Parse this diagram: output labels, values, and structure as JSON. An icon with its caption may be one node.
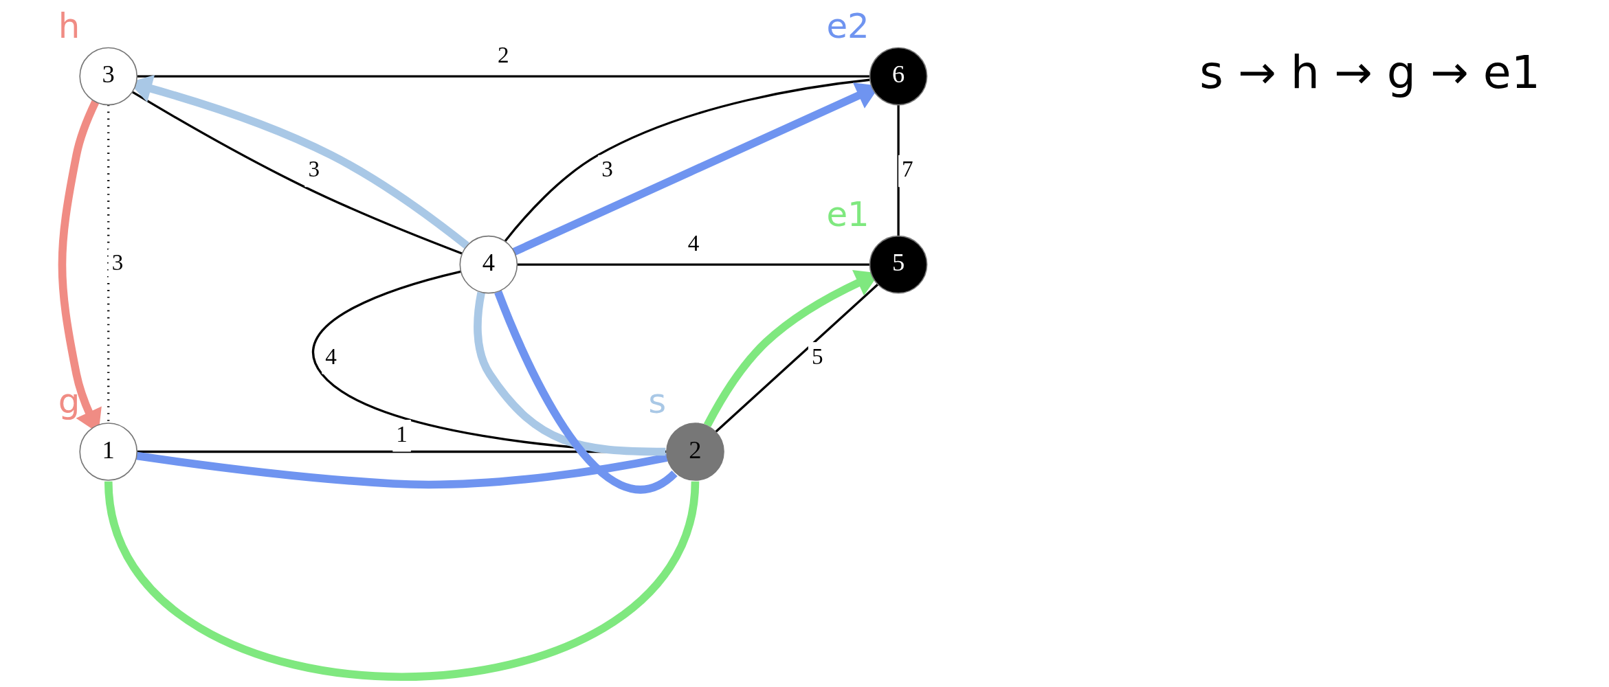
{
  "diagram": {
    "nodes": [
      {
        "text": [
          "3"
        ],
        "beside": [
          "h"
        ]
      },
      {
        "text": [
          "6"
        ],
        "beside": [
          "e2"
        ]
      },
      {
        "text": [
          "4"
        ]
      },
      {
        "text": [
          "5"
        ],
        "beside": [
          "e1"
        ]
      },
      {
        "text": [
          "1"
        ],
        "beside": [
          "g"
        ]
      },
      {
        "text": [
          "2"
        ],
        "beside": [
          "s"
        ]
      }
    ],
    "edges": [
      {
        "from": 0,
        "to": 1,
        "arrow": "none",
        "label": "2"
      },
      {
        "from": 0,
        "to": 2,
        "arrow": "none",
        "label": "3"
      },
      {
        "from": 2,
        "to": 1,
        "arrow": "none",
        "label": "3"
      },
      {
        "from": 1,
        "to": 3,
        "arrow": "none",
        "label": "7"
      },
      {
        "from": 2,
        "to": 3,
        "arrow": "none",
        "label": "4"
      },
      {
        "from": 2,
        "to": 5,
        "arrow": "none",
        "label": "4"
      },
      {
        "from": 3,
        "to": 5,
        "arrow": "none",
        "label": "5"
      },
      {
        "from": 0,
        "to": 4,
        "arrow": "none",
        "label": "3",
        "style": "dashed"
      },
      {
        "from": 4,
        "to": 5,
        "arrow": "none",
        "label": "1"
      },
      {
        "from": 5,
        "to": 2,
        "arrow": "none",
        "style": "thick",
        "color": "#a9c8e6"
      },
      {
        "from": 2,
        "to": 0,
        "arrow": "to",
        "style": "thick",
        "color": "#a9c8e6"
      },
      {
        "from": 0,
        "to": 4,
        "arrow": "to",
        "style": "thick",
        "color": "#f08c84"
      },
      {
        "from": 4,
        "to": 5,
        "arrow": "none",
        "style": "thick",
        "color": "#7fe87f"
      },
      {
        "from": 5,
        "to": 3,
        "arrow": "to",
        "style": "thick",
        "color": "#7fe87f"
      },
      {
        "from": 4,
        "to": 5,
        "arrow": "none",
        "style": "thick",
        "color": "#6f94f0"
      },
      {
        "from": 5,
        "to": 2,
        "arrow": "none",
        "style": "thick",
        "color": "#6f94f0"
      },
      {
        "from": 2,
        "to": 1,
        "arrow": "to",
        "style": "thick",
        "color": "#6f94f0"
      }
    ],
    "labels": [
      "s → h → g → e1"
    ]
  }
}
